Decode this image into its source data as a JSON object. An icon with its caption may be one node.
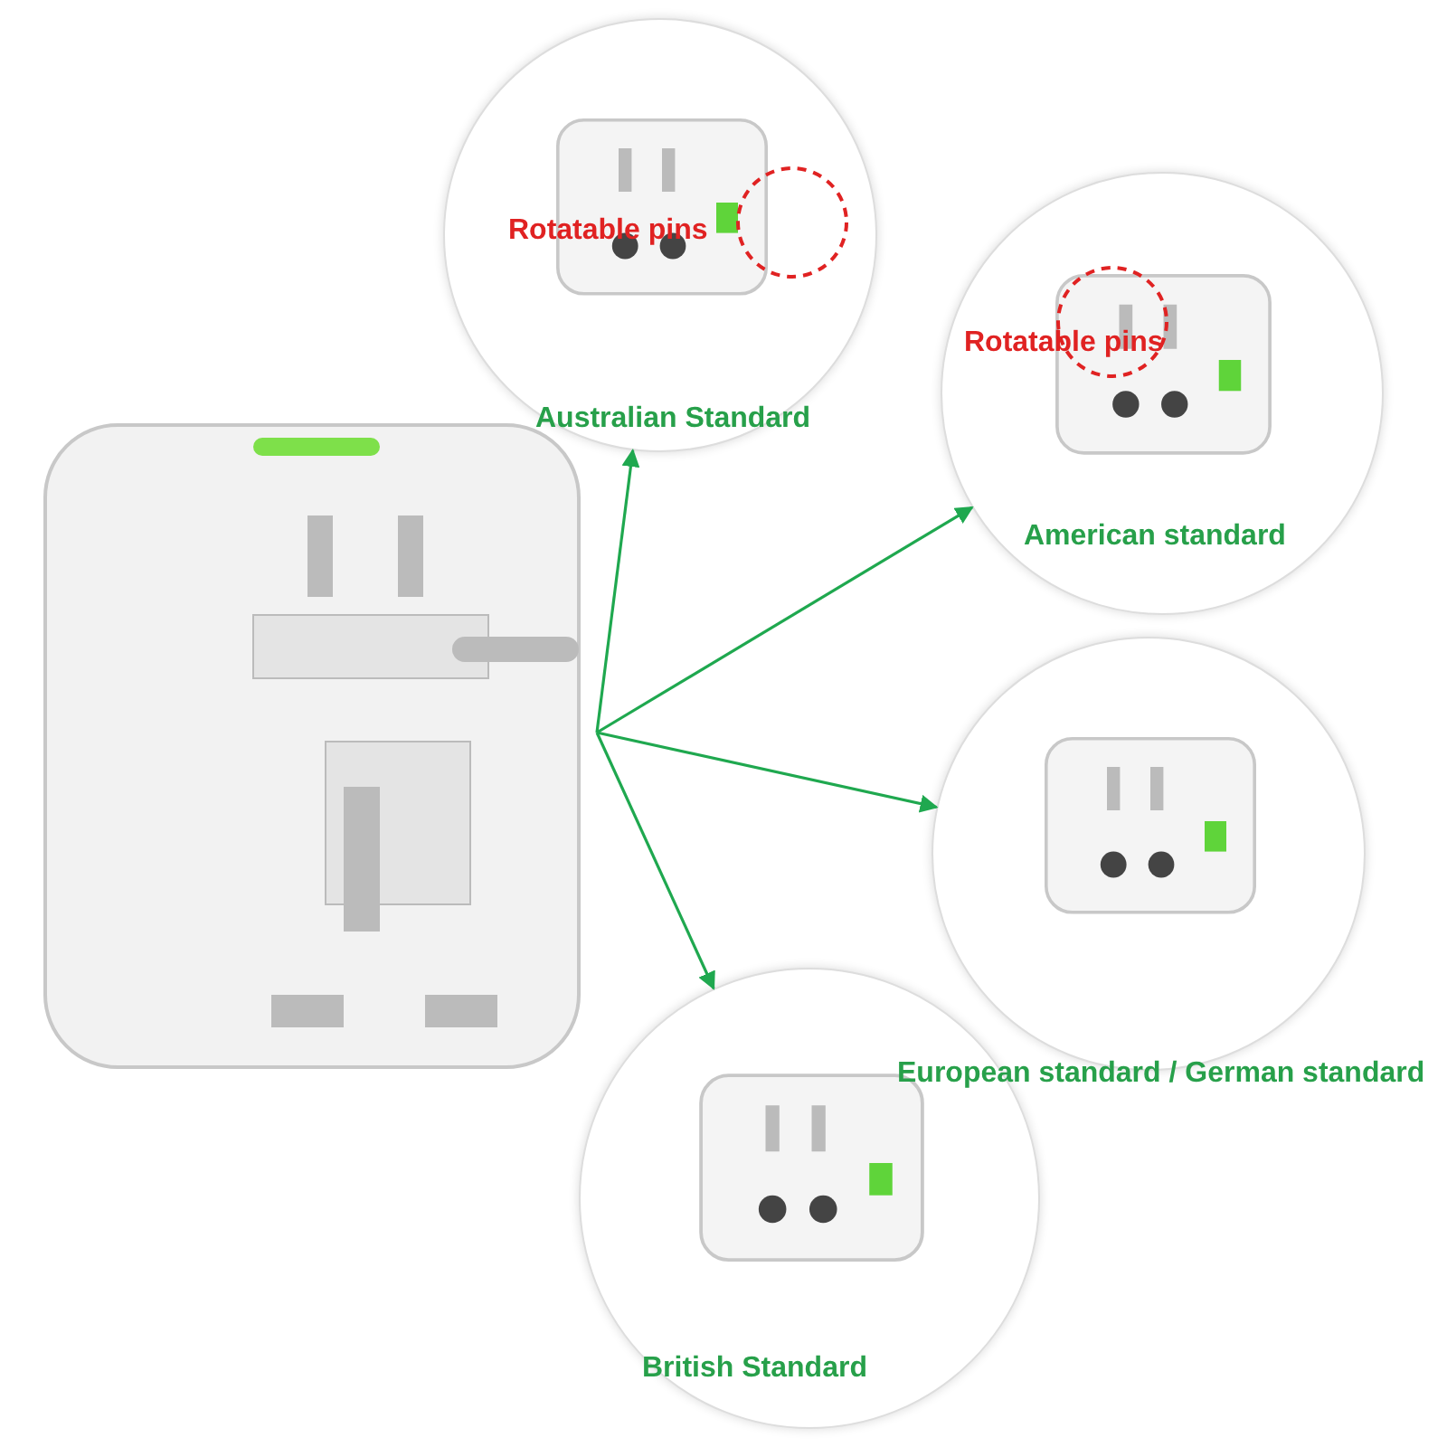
{
  "diagram": {
    "nodes": [
      {
        "text": [],
        "shape": "picture"
      },
      {
        "text": [
          "Rotatable pins",
          "Australian Standard"
        ]
      },
      {
        "text": [
          "Rotatable pins",
          "American standard"
        ]
      },
      {
        "text": [
          "European standard / German standard"
        ]
      },
      {
        "text": [
          "British Standard"
        ]
      }
    ],
    "edges": [
      {
        "from": 0,
        "to": 1,
        "arrow": "to"
      },
      {
        "from": 0,
        "to": 2,
        "arrow": "to"
      },
      {
        "from": 0,
        "to": 3,
        "arrow": "to"
      },
      {
        "from": 0,
        "to": 4,
        "arrow": "to"
      }
    ]
  }
}
